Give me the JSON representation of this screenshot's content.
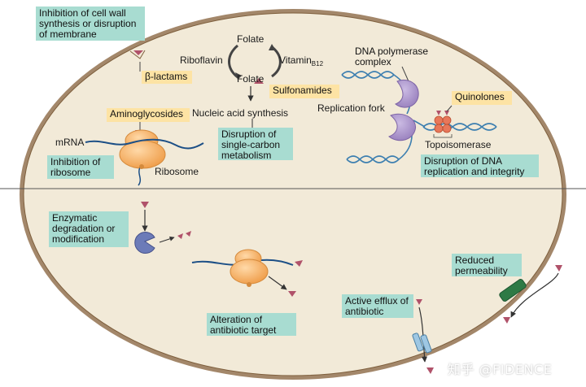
{
  "mechanisms": {
    "cell_wall": {
      "label": "Inhibition of cell wall synthesis or disruption of membrane",
      "drug": "β-lactams"
    },
    "folate": {
      "folate_top": "Folate",
      "folate_bottom": "Folate",
      "riboflavin": "Riboflavin",
      "vitamin": "Vitamin",
      "vitamin_sub": "B12",
      "nucleic": "Nucleic acid synthesis",
      "drug": "Sulfonamides",
      "label": "Disruption of single-carbon metabolism"
    },
    "ribosome": {
      "drug": "Aminoglycosides",
      "mrna": "mRNA",
      "ribosome": "Ribosome",
      "label": "Inhibition of ribosome"
    },
    "dna": {
      "polymerase": "DNA polymerase complex",
      "fork": "Replication fork",
      "drug": "Quinolones",
      "topo": "Topoisomerase",
      "label": "Disruption of DNA replication and integrity"
    }
  },
  "resistance": {
    "enzymatic": "Enzymatic degradation or modification",
    "target": "Alteration of antibiotic target",
    "efflux": "Active efflux of antibiotic",
    "permeability": "Reduced permeability"
  },
  "watermark": "知乎 @FIDENCE",
  "colors": {
    "cell_fill": "#f2ead8",
    "cell_outline": "#8a6a45",
    "box_green": "#a8dcd1",
    "box_yellow": "#fde3a4",
    "antibiotic": "#b0526a",
    "ribosome": "#f3ae64",
    "polymerase": "#a993c8",
    "topoisomerase": "#e8775a",
    "dna": "#4b8bb8",
    "enzyme": "#6c7bb8",
    "porin": "#2e7a45",
    "efflux_pump": "#9ec7e3"
  }
}
